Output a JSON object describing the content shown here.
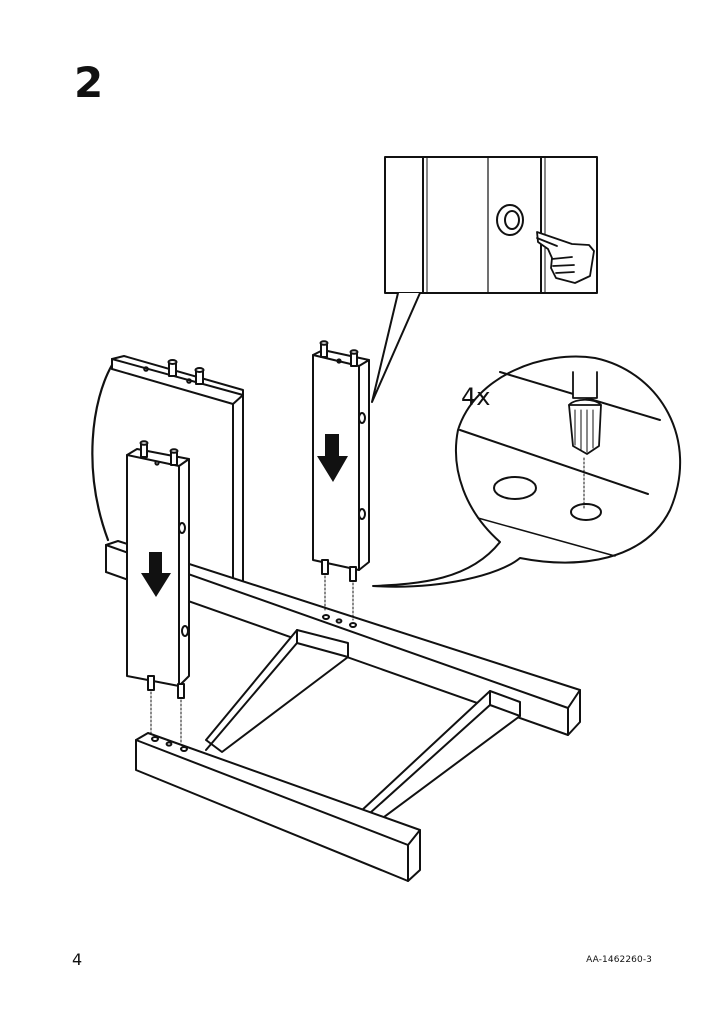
{
  "step": {
    "number": "2"
  },
  "detail": {
    "quantity_label": "4x"
  },
  "footer": {
    "page_number": "4",
    "doc_code": "AA-1462260-3"
  },
  "icons": [
    "hand-pointing-icon",
    "down-arrow-icon",
    "wooden-dowel-icon"
  ],
  "colors": {
    "line": "#111111",
    "background": "#ffffff"
  }
}
